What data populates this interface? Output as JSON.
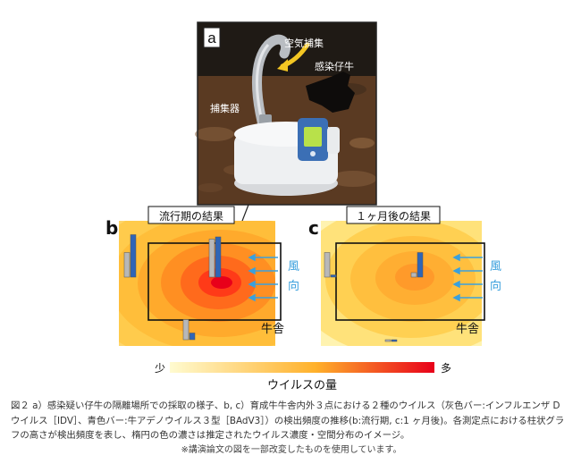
{
  "panels": {
    "a": {
      "letter": "a",
      "labels": {
        "air_capture": "空気捕集",
        "infected_calf": "感染仔牛",
        "collector": "捕集器"
      }
    },
    "b": {
      "letter": "b",
      "title": "流行期の結果",
      "barn": "牛舎",
      "wind_1": "風",
      "wind_2": "向"
    },
    "c": {
      "letter": "c",
      "title": "１ヶ月後の結果",
      "barn": "牛舎",
      "wind_1": "風",
      "wind_2": "向"
    }
  },
  "legend": {
    "low": "少",
    "high": "多",
    "title": "ウイルスの量",
    "low_color": "#fffbd0",
    "mid_color": "#ffb12b",
    "high_color": "#e8001a"
  },
  "series_colors": {
    "IDV": "#b8b8b8",
    "BAdV3": "#2f65b6"
  },
  "chart_data": [
    {
      "type": "bar",
      "panel": "b",
      "title": "流行期の結果",
      "categories": [
        "outside-west",
        "inside-center",
        "outside-south"
      ],
      "series": [
        {
          "name": "",
          "values": [
            0.55,
            0.85,
            0.45
          ]
        },
        {
          "name": "",
          "values": [
            0.95,
            0.9,
            0.15
          ]
        }
      ]
    },
    {
      "type": "bar",
      "panel": "c",
      "title": "１ヶ月後の結果",
      "categories": [
        "outside-west",
        "inside-center",
        "outside-south"
      ],
      "series": [
        {
          "name": "",
          "values": [
            0.55,
            0.1,
            0.04
          ]
        },
        {
          "name": "",
          "values": [
            0.05,
            0.55,
            0.04
          ]
        }
      ]
    }
  ],
  "caption": {
    "text": "図２ a）感染疑い仔牛の隔離場所での採取の様子、b, c）育成牛牛舎内外３点における２種のウイルス（灰色バー:インフルエンザ D ウイルス［IDV］、青色バー:牛アデノウイルス３型［BAdV3］）の検出頻度の推移(b:流行期, c:1 ヶ月後)。各測定点における柱状グラフの高さが検出頻度を表し、楕円の色の濃さは推定されたウイルス濃度・空間分布のイメージ。",
    "note": "※講演論文の図を一部改変したものを使用しています。"
  }
}
